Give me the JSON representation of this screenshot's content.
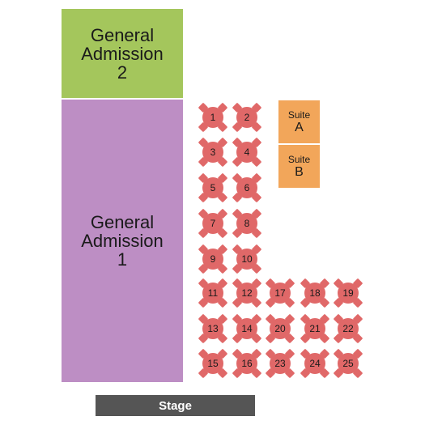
{
  "sections": {
    "ga2": {
      "label": "General\nAdmission\n2",
      "color": "#a4c65c"
    },
    "ga1": {
      "label": "General\nAdmission\n1",
      "color": "#bd8ec4"
    }
  },
  "suites": [
    {
      "word": "Suite",
      "letter": "A"
    },
    {
      "word": "Suite",
      "letter": "B"
    }
  ],
  "stage": {
    "label": "Stage"
  },
  "tables": {
    "color": "#e06868",
    "numbers": [
      "1",
      "2",
      "3",
      "4",
      "5",
      "6",
      "7",
      "8",
      "9",
      "10",
      "11",
      "12",
      "17",
      "18",
      "19",
      "13",
      "14",
      "20",
      "21",
      "22",
      "15",
      "16",
      "23",
      "24",
      "25"
    ]
  }
}
